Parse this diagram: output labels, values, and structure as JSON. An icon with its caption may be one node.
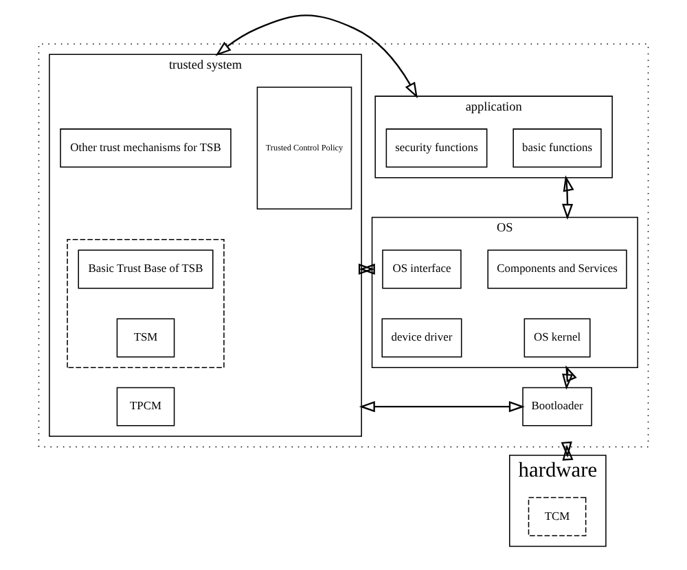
{
  "diagram": {
    "nodes": [
      {
        "text": [],
        "shape": "box"
      },
      {
        "text": [
          "application"
        ],
        "in": 0
      },
      {
        "text": [
          "basic functions"
        ],
        "in": 1
      },
      {
        "text": [
          "security functions"
        ],
        "in": 1
      },
      {
        "text": [
          "OS"
        ],
        "in": 0
      },
      {
        "text": [
          "Components and Services"
        ],
        "in": 4
      },
      {
        "text": [
          "OS interface"
        ],
        "in": 4
      },
      {
        "text": [
          "OS kernel"
        ],
        "in": 4
      },
      {
        "text": [
          "device driver"
        ],
        "in": 4
      },
      {
        "text": [
          "Bootloader"
        ],
        "in": 0
      },
      {
        "text": [
          "trusted system"
        ],
        "in": 0
      },
      {
        "text": [
          "Other trust mechanisms for TSB"
        ],
        "in": 10
      },
      {
        "text": [],
        "shape": "box",
        "in": 10
      },
      {
        "text": [
          "Basic Trust Base of TSB"
        ],
        "in": 12
      },
      {
        "text": [
          "TSM"
        ],
        "in": 12
      },
      {
        "text": [
          "TPCM"
        ],
        "in": 10
      },
      {
        "text": [
          "Trusted Control Policy"
        ],
        "in": 10
      },
      {
        "text": [
          "hardware"
        ]
      },
      {
        "text": [
          "TCM"
        ],
        "in": 17
      }
    ],
    "edges": [
      {
        "from": 1,
        "to": 4,
        "arrow": "both"
      },
      {
        "from": 4,
        "to": 9,
        "arrow": "both"
      },
      {
        "from": 1,
        "to": 10,
        "arrow": "both"
      },
      {
        "from": 4,
        "to": 10,
        "arrow": "both"
      },
      {
        "from": 9,
        "to": 10,
        "arrow": "both"
      },
      {
        "from": 0,
        "to": 17,
        "arrow": "both"
      }
    ]
  }
}
